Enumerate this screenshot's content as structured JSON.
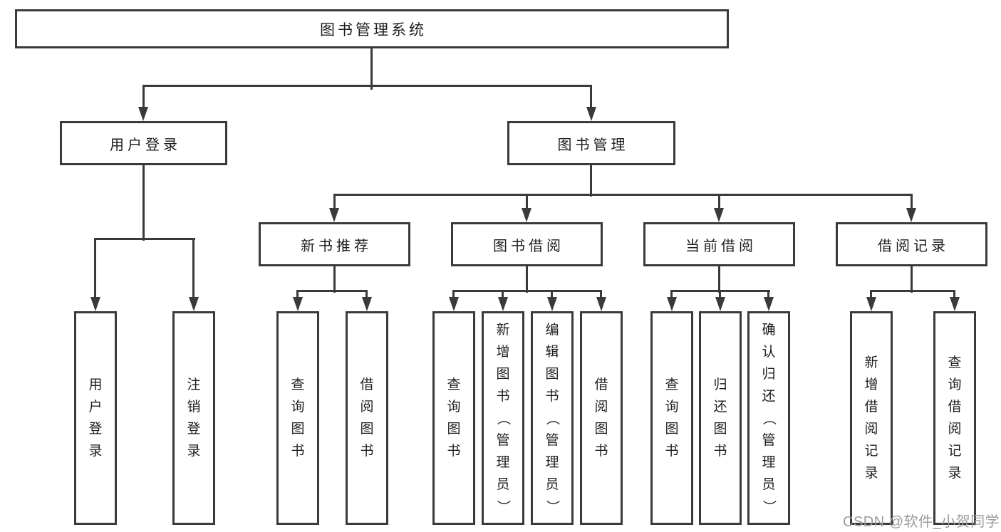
{
  "colors": {
    "line": "#3a3a3a",
    "text": "#1d1d1d",
    "watermark": "#9b9b9b",
    "background": "#ffffff"
  },
  "watermark": "CSDN @软件_小贺同学",
  "nodes": {
    "root": {
      "label": "图书管理系统"
    },
    "level2": [
      {
        "label": "用户登录"
      },
      {
        "label": "图书管理"
      }
    ],
    "level3": [
      {
        "label": "新书推荐"
      },
      {
        "label": "图书借阅"
      },
      {
        "label": "当前借阅"
      },
      {
        "label": "借阅记录"
      }
    ],
    "leaves": {
      "user_login": [
        {
          "label": "用户登录"
        },
        {
          "label": "注销登录"
        }
      ],
      "new_book_recommend": [
        {
          "label": "查询图书"
        },
        {
          "label": "借阅图书"
        }
      ],
      "book_borrow": [
        {
          "label": "查询图书"
        },
        {
          "label": "新增图书（管理员）"
        },
        {
          "label": "编辑图书（管理员）"
        },
        {
          "label": "借阅图书"
        }
      ],
      "current_borrow": [
        {
          "label": "查询图书"
        },
        {
          "label": "归还图书"
        },
        {
          "label": "确认归还（管理员）"
        }
      ],
      "borrow_records": [
        {
          "label": "新增借阅记录"
        },
        {
          "label": "查询借阅记录"
        }
      ]
    }
  }
}
